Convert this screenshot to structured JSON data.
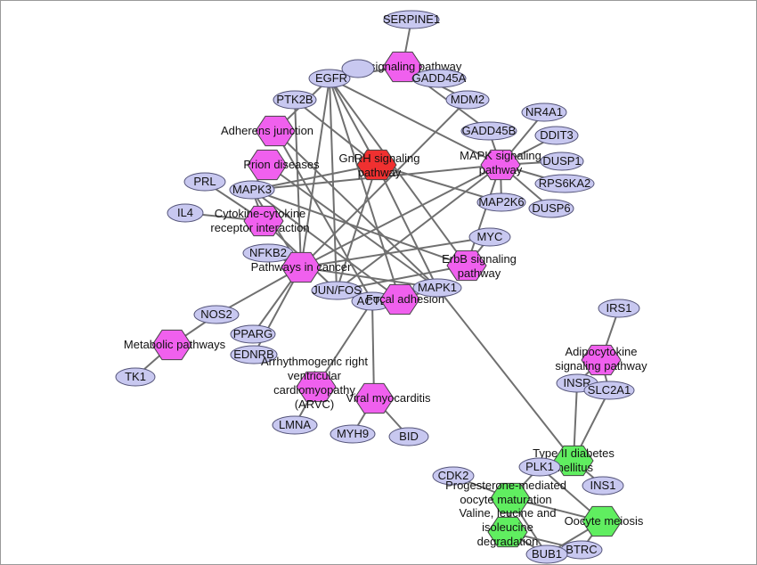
{
  "colors": {
    "gene": "#c8c8f0",
    "gene_stroke": "#55557a",
    "pathway_magenta": "#f060ee",
    "pathway_red": "#f03030",
    "pathway_green": "#60ee60",
    "edge": "#707070"
  },
  "nodes": {
    "serpine1": "SERPINE1",
    "p53": "p53 signaling pathway",
    "egfr": "EGFR",
    "mapk3k": "MAPK3",
    "gadd45a": "GADD45A",
    "mdm2": "MDM2",
    "ptk2b": "PTK2B",
    "gadd45b": "GADD45B",
    "nr4a1": "NR4A1",
    "ddit3": "DDIT3",
    "dusp1": "DUSP1",
    "rps6ka2": "RPS6KA2",
    "dusp6": "DUSP6",
    "adherens": "Adherens junction",
    "prion": "Prion diseases",
    "gnrh": "GnRH signaling pathway",
    "mapk_sig": "MAPK signaling pathway",
    "prl": "PRL",
    "mapk3": "MAPK3",
    "il4": "IL4",
    "cytokine": "Cytokine-cytokine receptor interaction",
    "map2k6": "MAP2K6",
    "myc": "MYC",
    "nfkb2": "NFKB2",
    "cancer": "Pathways in cancer",
    "erbb": "ErbB signaling pathway",
    "junfos": "JUN/FOS",
    "actb": "ACTB",
    "focal": "Focal adhesion",
    "mapk1": "MAPK1",
    "nos2": "NOS2",
    "pparg": "PPARG",
    "metabolic": "Metabolic pathways",
    "ednrb": "EDNRB",
    "tk1": "TK1",
    "arvc": "Arrhythmogenic right ventricular cardiomyopathy (ARVC)",
    "viral": "Viral myocarditis",
    "lmna": "LMNA",
    "myh9": "MYH9",
    "bid": "BID",
    "irs1": "IRS1",
    "adipo": "Adipocytokine signaling pathway",
    "insr": "INSR",
    "slc2a1": "SLC2A1",
    "t2d": "Type II diabetes mellitus",
    "plk1": "PLK1",
    "cdk2": "CDK2",
    "progest": "Progesterone-mediated oocyte maturation",
    "ins1": "INS1",
    "valine": "Valine, leucine and isoleucine degradation",
    "oocyte": "Oocyte meiosis",
    "btrc": "BTRC",
    "bub1": "BUB1"
  }
}
